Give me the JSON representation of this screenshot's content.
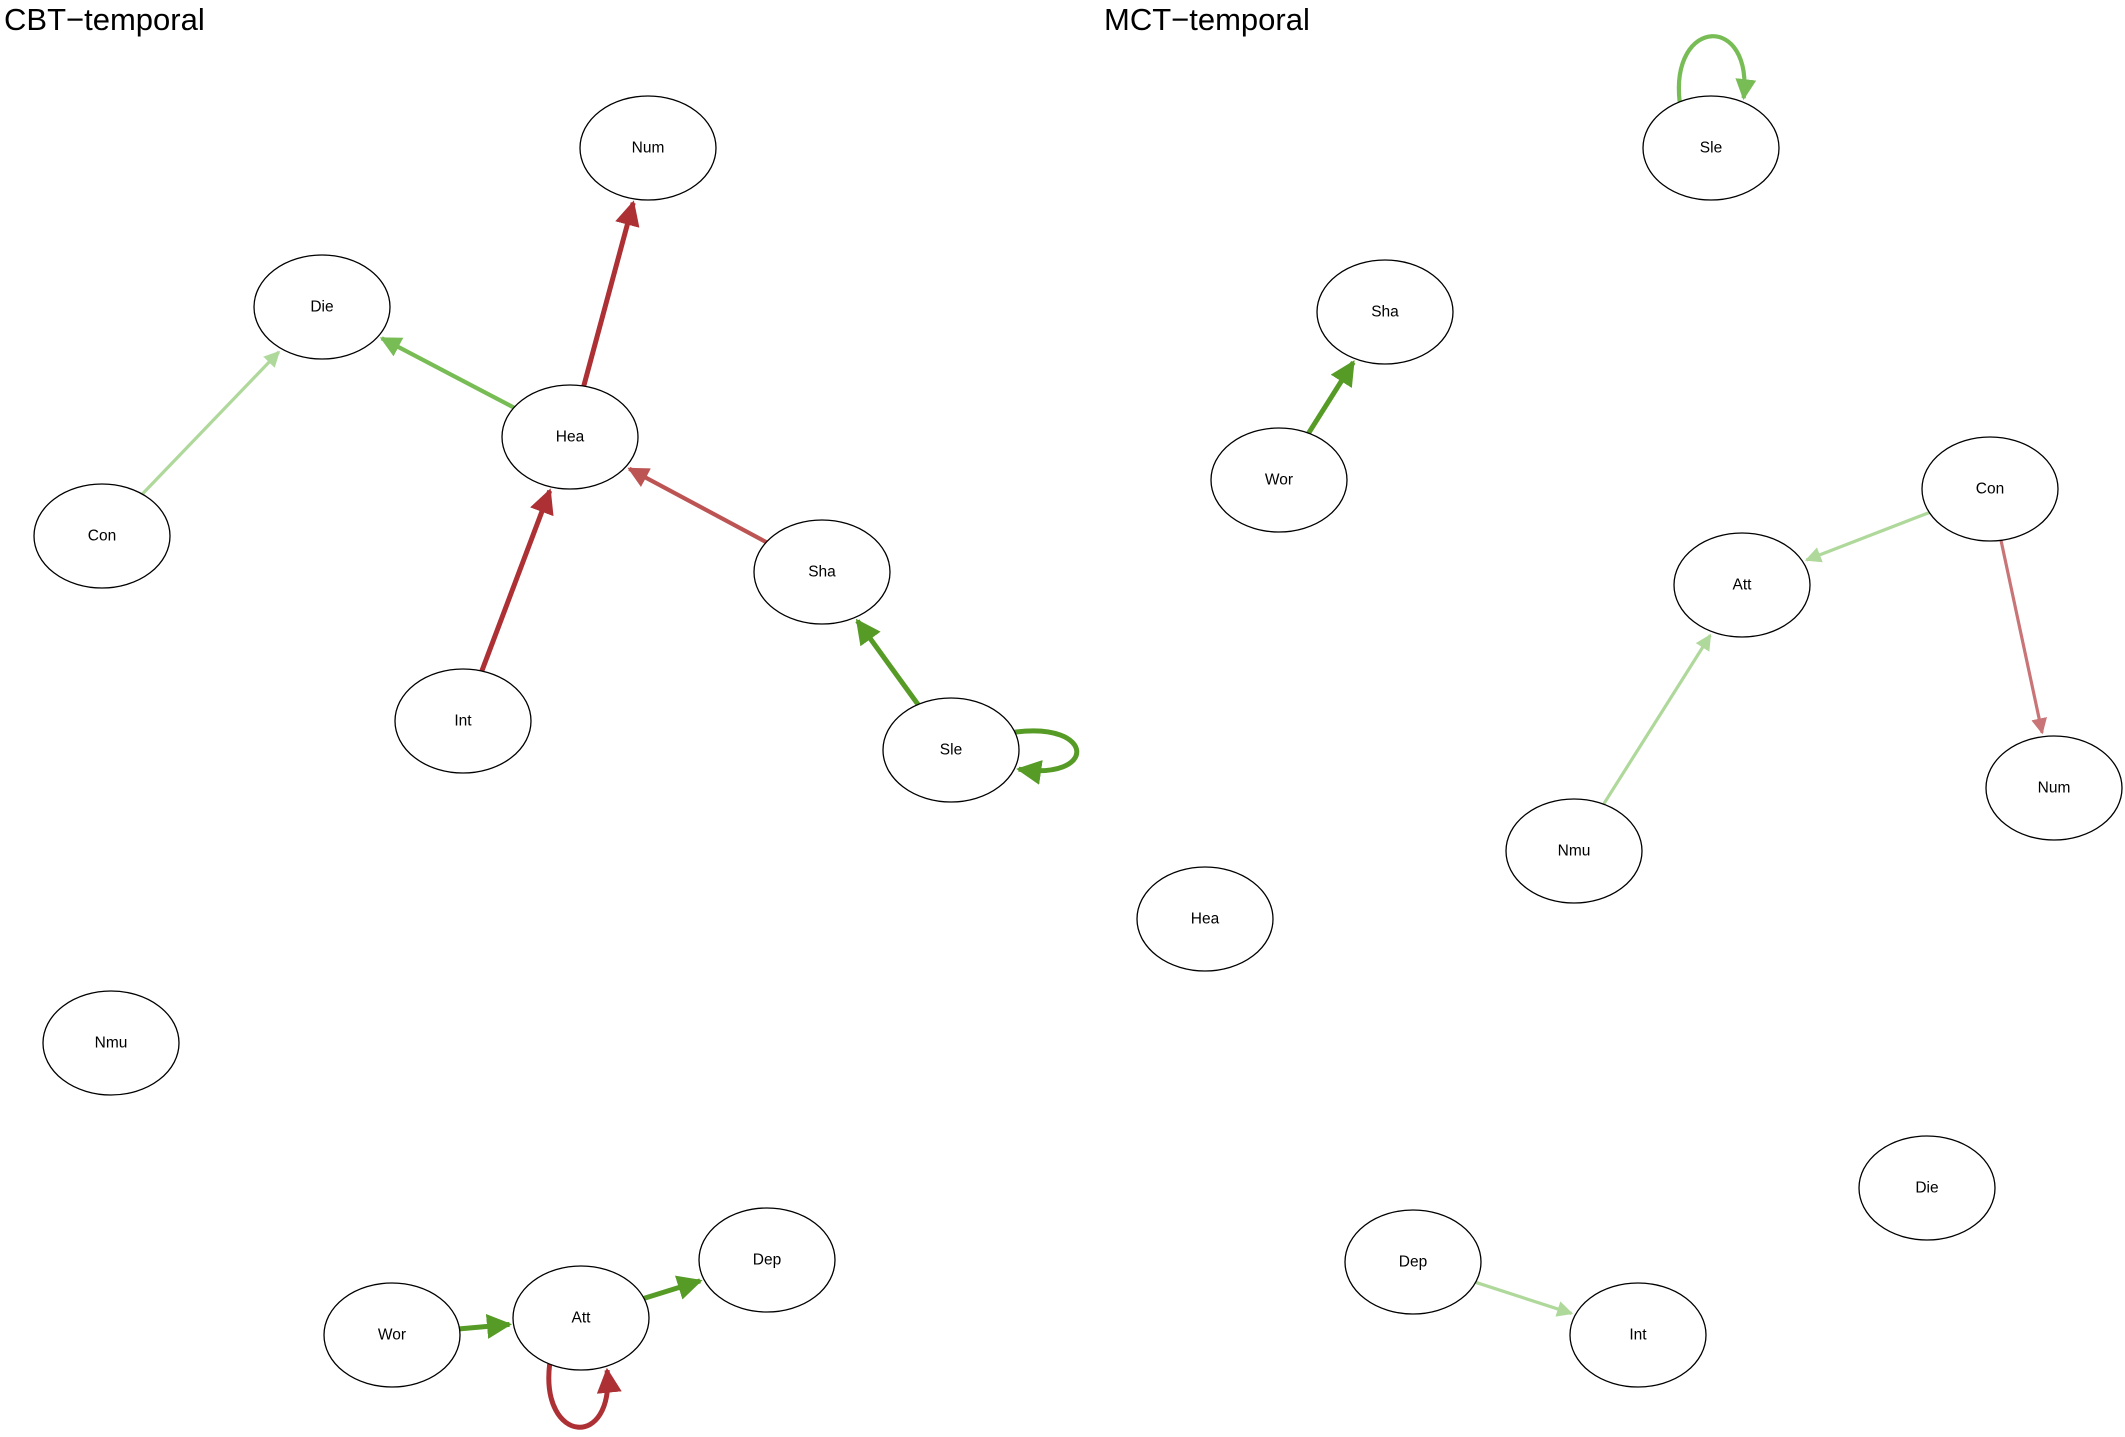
{
  "colors": {
    "strong_red": "#ad3035",
    "medium_red": "#bd5454",
    "light_red": "#c97476",
    "strong_green": "#569b26",
    "medium_green": "#78bc55",
    "light_green": "#afd89b",
    "node_stroke": "#000000"
  },
  "panels": [
    {
      "title": "CBT−temporal",
      "nodes": [
        {
          "id": "Num",
          "label": "Num"
        },
        {
          "id": "Die",
          "label": "Die"
        },
        {
          "id": "Hea",
          "label": "Hea"
        },
        {
          "id": "Con",
          "label": "Con"
        },
        {
          "id": "Sha",
          "label": "Sha"
        },
        {
          "id": "Int",
          "label": "Int"
        },
        {
          "id": "Sle",
          "label": "Sle"
        },
        {
          "id": "Nmu",
          "label": "Nmu"
        },
        {
          "id": "Dep",
          "label": "Dep"
        },
        {
          "id": "Wor",
          "label": "Wor"
        },
        {
          "id": "Att",
          "label": "Att"
        }
      ],
      "edges": [
        {
          "from": "Hea",
          "to": "Num",
          "sign": "negative",
          "strength": "strong"
        },
        {
          "from": "Hea",
          "to": "Die",
          "sign": "positive",
          "strength": "medium"
        },
        {
          "from": "Con",
          "to": "Die",
          "sign": "positive",
          "strength": "weak"
        },
        {
          "from": "Int",
          "to": "Hea",
          "sign": "negative",
          "strength": "strong"
        },
        {
          "from": "Sha",
          "to": "Hea",
          "sign": "negative",
          "strength": "medium"
        },
        {
          "from": "Sle",
          "to": "Sha",
          "sign": "positive",
          "strength": "strong"
        },
        {
          "from": "Sle",
          "to": "Sle",
          "sign": "positive",
          "strength": "strong"
        },
        {
          "from": "Wor",
          "to": "Att",
          "sign": "positive",
          "strength": "strong"
        },
        {
          "from": "Att",
          "to": "Dep",
          "sign": "positive",
          "strength": "strong"
        },
        {
          "from": "Att",
          "to": "Att",
          "sign": "negative",
          "strength": "strong"
        }
      ]
    },
    {
      "title": "MCT−temporal",
      "nodes": [
        {
          "id": "Sle",
          "label": "Sle"
        },
        {
          "id": "Sha",
          "label": "Sha"
        },
        {
          "id": "Wor",
          "label": "Wor"
        },
        {
          "id": "Con",
          "label": "Con"
        },
        {
          "id": "Att",
          "label": "Att"
        },
        {
          "id": "Num",
          "label": "Num"
        },
        {
          "id": "Nmu",
          "label": "Nmu"
        },
        {
          "id": "Hea",
          "label": "Hea"
        },
        {
          "id": "Die",
          "label": "Die"
        },
        {
          "id": "Dep",
          "label": "Dep"
        },
        {
          "id": "Int",
          "label": "Int"
        }
      ],
      "edges": [
        {
          "from": "Sle",
          "to": "Sle",
          "sign": "positive",
          "strength": "medium"
        },
        {
          "from": "Wor",
          "to": "Sha",
          "sign": "positive",
          "strength": "strong"
        },
        {
          "from": "Con",
          "to": "Att",
          "sign": "positive",
          "strength": "weak"
        },
        {
          "from": "Con",
          "to": "Num",
          "sign": "negative",
          "strength": "weak"
        },
        {
          "from": "Nmu",
          "to": "Att",
          "sign": "positive",
          "strength": "weak"
        },
        {
          "from": "Dep",
          "to": "Int",
          "sign": "positive",
          "strength": "weak"
        }
      ]
    }
  ]
}
